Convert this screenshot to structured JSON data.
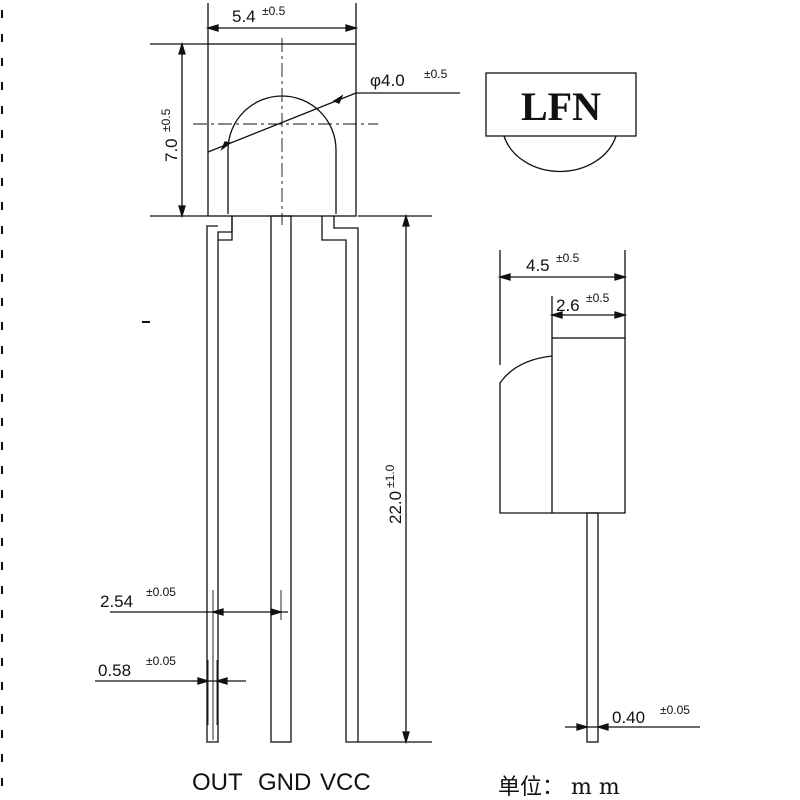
{
  "colors": {
    "ink": "#111111",
    "background": "#ffffff"
  },
  "marking": "LFN",
  "dimensions": {
    "body_width": {
      "value": "5.4",
      "tol": "±0.5"
    },
    "body_height": {
      "value": "7.0",
      "tol": "±0.5"
    },
    "lens_dia": {
      "value": "φ4.0",
      "tol": "±0.5"
    },
    "lead_length": {
      "value": "22.0",
      "tol": "±1.0"
    },
    "pitch": {
      "value": "2.54",
      "tol": "±0.05"
    },
    "lead_width": {
      "value": "0.58",
      "tol": "±0.05"
    },
    "side_depth": {
      "value": "4.5",
      "tol": "±0.5"
    },
    "side_body": {
      "value": "2.6",
      "tol": "±0.5"
    },
    "lead_thick": {
      "value": "0.40",
      "tol": "±0.05"
    }
  },
  "pins": [
    "OUT",
    "GND",
    "VCC"
  ],
  "unit_label": "单位：  m  m"
}
